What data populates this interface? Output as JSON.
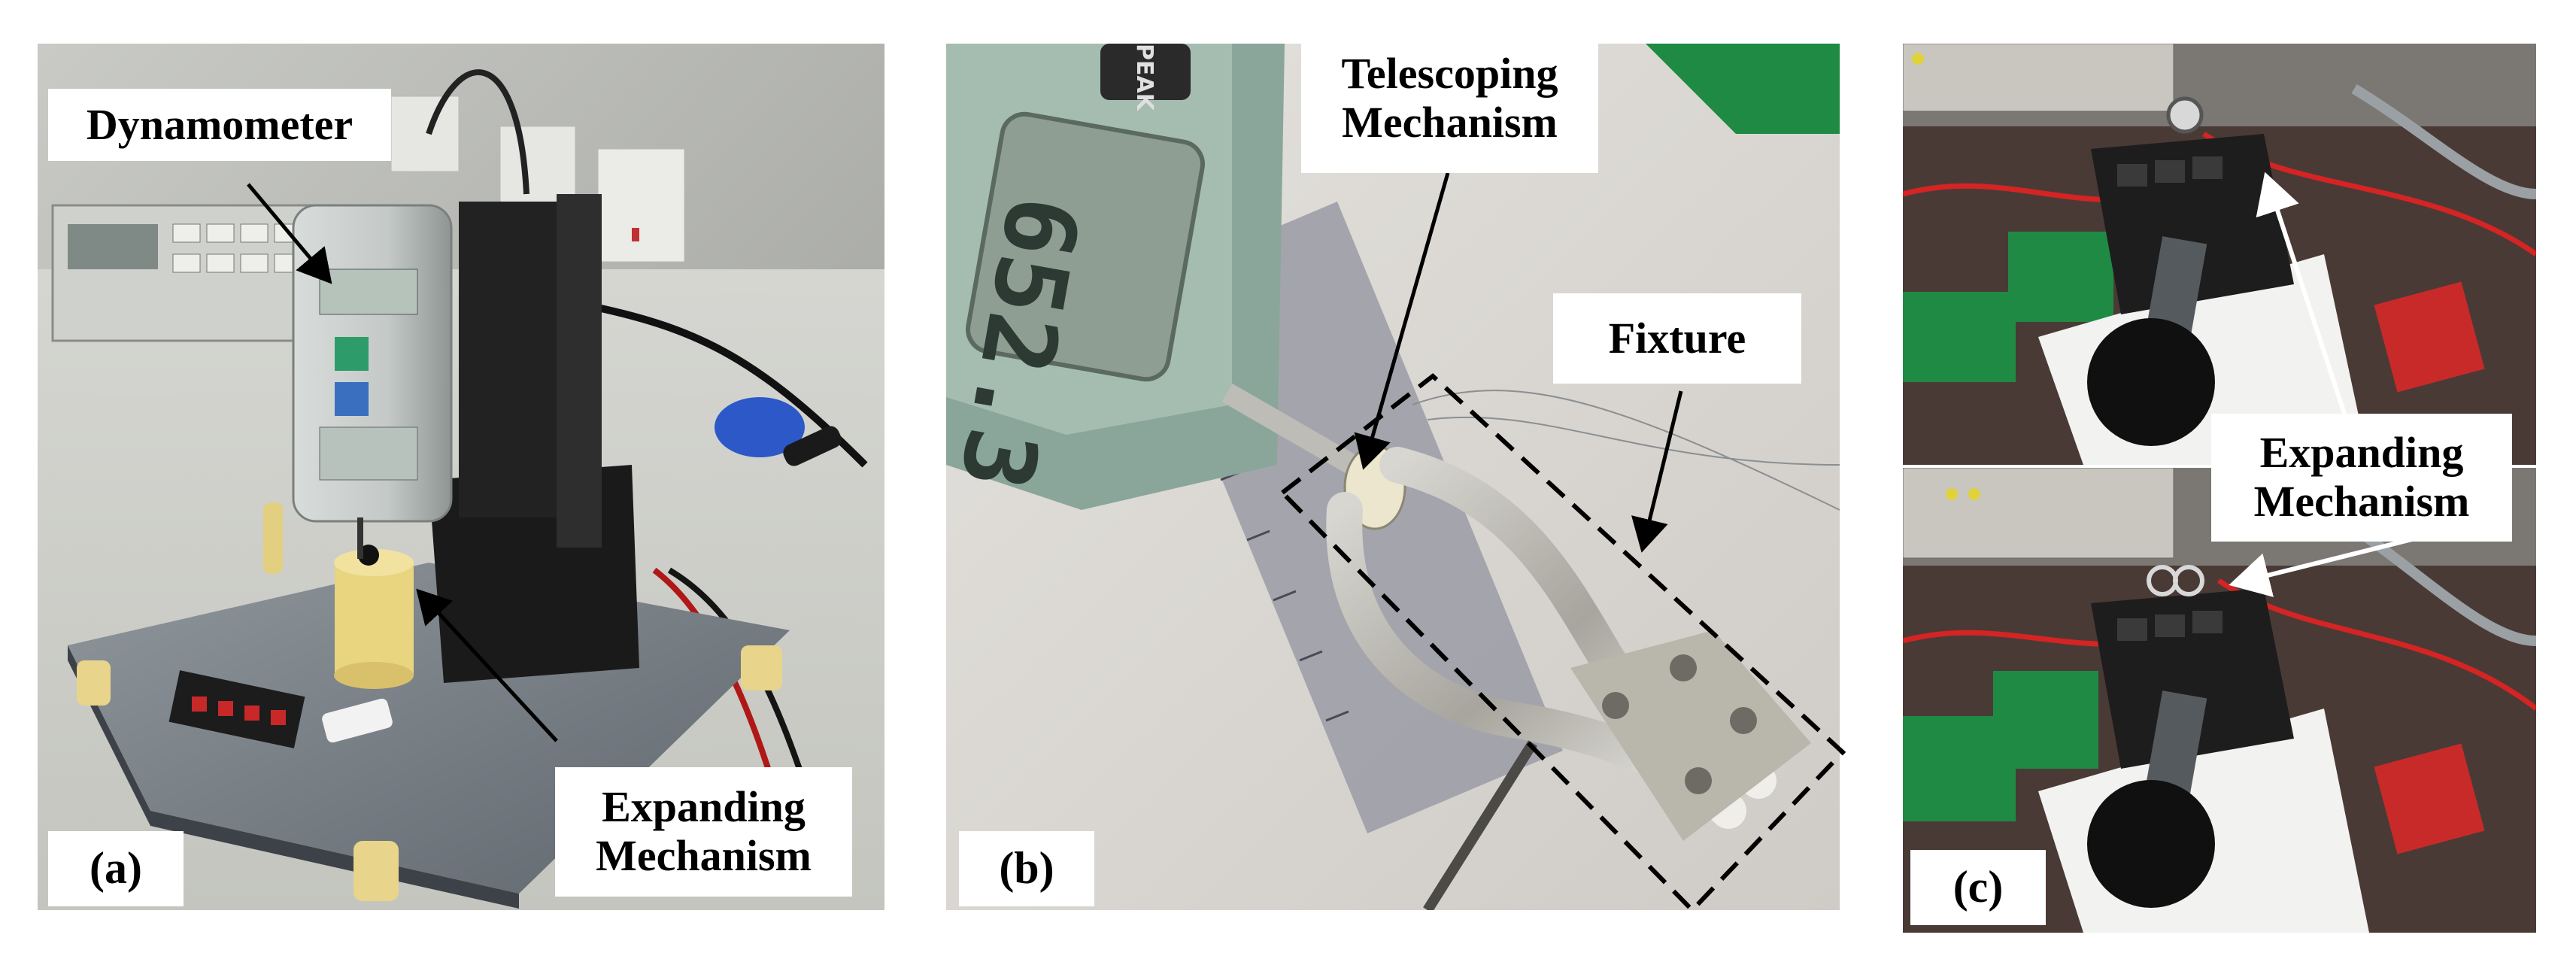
{
  "panels": {
    "a": {
      "tag": "(a)"
    },
    "b": {
      "tag": "(b)"
    },
    "c": {
      "tag": "(c)"
    }
  },
  "labels": {
    "dynamometer": "Dynamometer",
    "expanding_a_line1": "Expanding",
    "expanding_a_line2": "Mechanism",
    "telescoping_line1": "Telescoping",
    "telescoping_line2": "Mechanism",
    "fixture": "Fixture",
    "expanding_c_line1": "Expanding",
    "expanding_c_line2": "Mechanism"
  },
  "device": {
    "display_reading": "652.3",
    "peak_label": "PEAK"
  },
  "colors": {
    "background": "#ffffff",
    "label_text": "#000000",
    "arrow_black": "#000000",
    "arrow_white": "#ffffff"
  }
}
